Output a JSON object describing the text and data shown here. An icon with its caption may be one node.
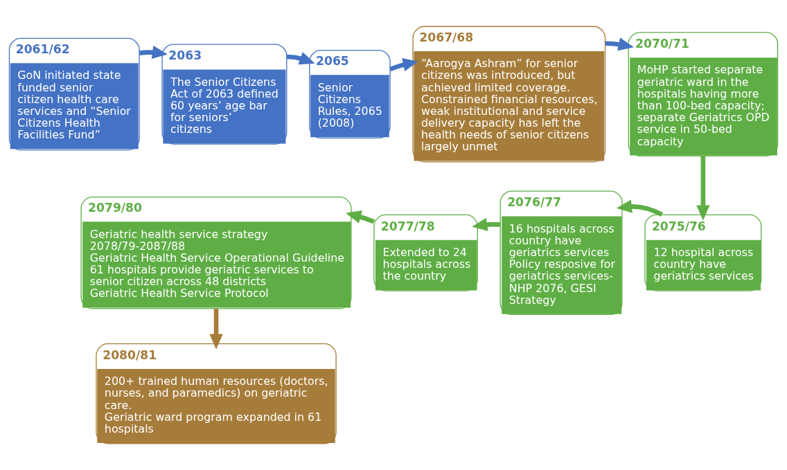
{
  "diagram": {
    "nodes": [
      {
        "text": [
          "2061/62",
          "GoN initiated state funded senior citizen health care services and “Senior Citizens Health Facilities Fund”"
        ]
      },
      {
        "text": [
          "2063",
          "The Senior Citizens Act of 2063 defined 60 years’ age bar for seniors’ citizens"
        ]
      },
      {
        "text": [
          "2065",
          "Senior Citizens Rules, 2065 (2008)"
        ]
      },
      {
        "text": [
          "2067/68",
          "“Aarogya Ashram” for senior citizens was introduced, but achieved limited coverage. Constrained financial resources, weak institutional and service delivery capacity has left the health needs of senior citizens largely unmet"
        ]
      },
      {
        "text": [
          "2070/71",
          "MoHP started separate geriatric ward in the hospitals having more than 100-bed capacity; separate Geriatrics OPD service in 50-bed capacity"
        ]
      },
      {
        "text": [
          "2075/76",
          "12 hospital across country have geriatrics services"
        ]
      },
      {
        "text": [
          "2076/77",
          "16 hospitals across country have geriatrics services",
          "Policy resposive for geriatrics services- NHP 2076, GESI Strategy"
        ]
      },
      {
        "text": [
          "2077/78",
          "Extended to 24 hospitals across the country"
        ]
      },
      {
        "text": [
          "2079/80",
          "Geriatric health service strategy 2078/79-2087/88",
          "Geriatric Health Service Operational Guideline",
          "61 hospitals provide geriatric services to senior citizen across 48 districts",
          "Geriatric Health Service Protocol"
        ]
      },
      {
        "text": [
          "2080/81",
          "200+ trained human resources (doctors, nurses, and paramedics) on geriatric care.",
          "Geriatric ward program expanded in 61 hospitals"
        ]
      }
    ],
    "edges": [
      {
        "from": 0,
        "to": 1,
        "arrow": "to",
        "color": "#4472c4"
      },
      {
        "from": 1,
        "to": 2,
        "arrow": "to",
        "color": "#4472c4"
      },
      {
        "from": 2,
        "to": 3,
        "arrow": "to",
        "color": "#4472c4"
      },
      {
        "from": 3,
        "to": 4,
        "arrow": "to",
        "color": "#4472c4"
      },
      {
        "from": 4,
        "to": 5,
        "arrow": "to",
        "color": "#5fae45"
      },
      {
        "from": 5,
        "to": 6,
        "arrow": "to",
        "color": "#5fae45"
      },
      {
        "from": 6,
        "to": 7,
        "arrow": "to",
        "color": "#5fae45"
      },
      {
        "from": 7,
        "to": 8,
        "arrow": "to",
        "color": "#5fae45"
      },
      {
        "from": 8,
        "to": 9,
        "arrow": "to",
        "color": "#a67c3a"
      }
    ]
  }
}
